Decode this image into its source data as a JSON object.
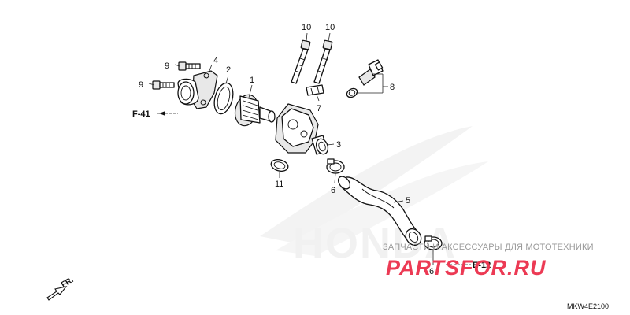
{
  "callouts": {
    "p1": "1",
    "p2": "2",
    "p3": "3",
    "p4": "4",
    "p5": "5",
    "p6a": "6",
    "p6b": "6",
    "p7": "7",
    "p8": "8",
    "p9a": "9",
    "p9b": "9",
    "p10a": "10",
    "p10b": "10",
    "p11": "11"
  },
  "refs": {
    "left": "F-41",
    "right": "E-12"
  },
  "direction_label": "FR.",
  "diagram_code": "MKW4E2100",
  "watermark": {
    "line": "ЗАПЧАСТИ И АКСЕССУАРЫ ДЛЯ МОТОТЕХНИКИ",
    "brand": "PARTSFOR.RU",
    "background_logo": "HONDA"
  },
  "colors": {
    "watermark_brand": "#ec3a54",
    "watermark_text": "#9a9a9a",
    "line_art": "#111111"
  }
}
